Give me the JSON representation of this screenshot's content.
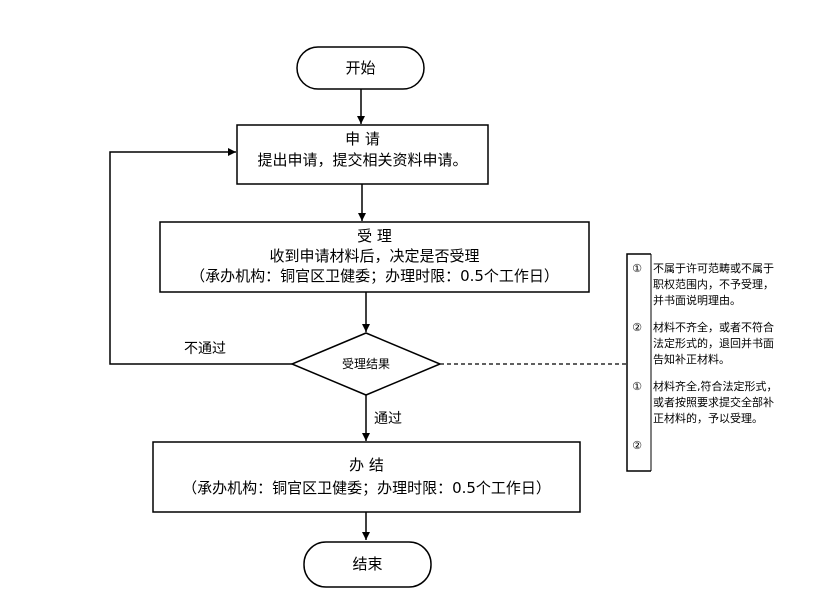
{
  "flow": {
    "start": "开始",
    "apply": {
      "title": "申 请",
      "desc": "提出申请，提交相关资料申请。"
    },
    "accept": {
      "title": "受 理",
      "desc": "收到申请材料后，决定是否受理",
      "info": "（承办机构：铜官区卫健委；办理时限：0.5个工作日）"
    },
    "decision": "受理结果",
    "reject_label": "不通过",
    "pass_label": "通过",
    "handle": {
      "title": "办 结",
      "info": "（承办机构：铜官区卫健委；办理时限：0.5个工作日）"
    },
    "end": "结束"
  },
  "notes": [
    {
      "marker": "①",
      "lines": [
        "不属于许可范畴或不属于",
        "职权范围内，不予受理，",
        "并书面说明理由。"
      ]
    },
    {
      "marker": "②",
      "lines": [
        "材料不齐全，或者不符合",
        "法定形式的，退回并书面",
        "告知补正材料。"
      ]
    },
    {
      "marker": "①",
      "lines": [
        "材料齐全,符合法定形式，",
        "或者按照要求提交全部补",
        "正材料的，予以受理。"
      ]
    },
    {
      "marker": "②",
      "lines": []
    }
  ]
}
